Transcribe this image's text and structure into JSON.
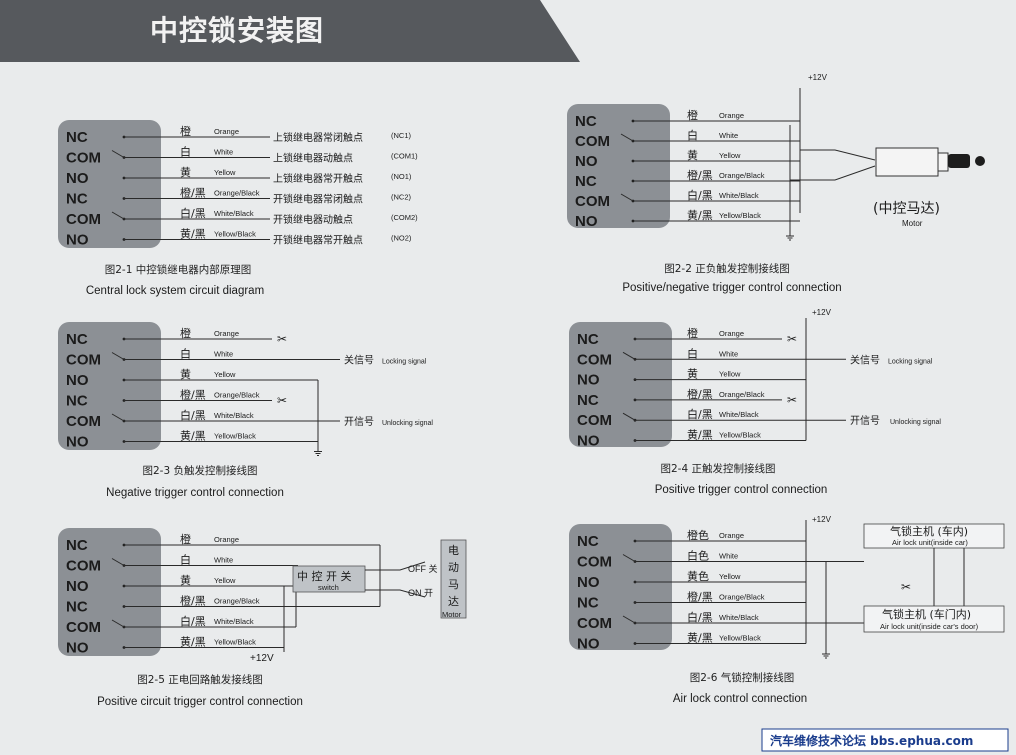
{
  "title": "中控锁安装图",
  "pins": [
    "NC",
    "COM",
    "NO",
    "NC",
    "COM",
    "NO"
  ],
  "wires_full": [
    {
      "cn": "橙",
      "en": "Orange"
    },
    {
      "cn": "白",
      "en": "White"
    },
    {
      "cn": "黄",
      "en": "Yellow"
    },
    {
      "cn": "橙/黑",
      "en": "Orange/Black"
    },
    {
      "cn": "白/黑",
      "en": "White/Black"
    },
    {
      "cn": "黄/黑",
      "en": "Yellow/Black"
    }
  ],
  "wires_air": [
    {
      "cn": "橙色",
      "en": "Orange"
    },
    {
      "cn": "白色",
      "en": "White"
    },
    {
      "cn": "黄色",
      "en": "Yellow"
    },
    {
      "cn": "橙/黑",
      "en": "Orange/Black"
    },
    {
      "cn": "白/黑",
      "en": "White/Black"
    },
    {
      "cn": "黄/黑",
      "en": "Yellow/Black"
    }
  ],
  "d1": {
    "contacts": [
      {
        "cn": "上锁继电器常闭触点",
        "code": "(NC1)"
      },
      {
        "cn": "上锁继电器动触点",
        "code": "(COM1)"
      },
      {
        "cn": "上锁继电器常开触点",
        "code": "(NO1)"
      },
      {
        "cn": "开锁继电器常闭触点",
        "code": "(NC2)"
      },
      {
        "cn": "开锁继电器动触点",
        "code": "(COM2)"
      },
      {
        "cn": "开锁继电器常开触点",
        "code": "(NO2)"
      }
    ],
    "caption_cn": "图2-1 中控锁继电器内部原理图",
    "caption_en": "Central lock system circuit diagram"
  },
  "d2": {
    "v12": "+12V",
    "motor_cn": "(中控马达)",
    "motor_en": "Motor",
    "caption_cn": "图2-2 正负触发控制接线图",
    "caption_en": "Positive/negative trigger control connection"
  },
  "d3": {
    "lock_cn": "关信号",
    "lock_en": "Locking signal",
    "unlock_cn": "开信号",
    "unlock_en": "Unlocking signal",
    "caption_cn": "图2-3 负触发控制接线图",
    "caption_en": "Negative trigger control connection"
  },
  "d4": {
    "v12": "+12V",
    "lock_cn": "关信号",
    "lock_en": "Locking signal",
    "unlock_cn": "开信号",
    "unlock_en": "Unlocking signal",
    "caption_cn": "图2-4 正触发控制接线图",
    "caption_en": "Positive trigger control connection"
  },
  "d5": {
    "switch_cn": "中 控 开 关",
    "switch_en": "switch",
    "off_label": "OFF 关",
    "on_label": "ON  开",
    "motor_chars": [
      "电",
      "动",
      "马",
      "达"
    ],
    "motor_en": "Motor",
    "v12": "+12V",
    "caption_cn": "图2-5 正电回路触发接线图",
    "caption_en": "Positive circuit trigger control connection"
  },
  "d6": {
    "v12": "+12V",
    "unit1_cn": "气锁主机 (车内)",
    "unit1_en": "Air lock unit(inside car)",
    "unit2_cn": "气锁主机 (车门内)",
    "unit2_en": "Air lock unit(inside car's door)",
    "caption_cn": "图2-6 气锁控制接线图",
    "caption_en": "Air lock control connection"
  },
  "footer": "汽车维修技术论坛 bbs.ephua.com",
  "colors": {
    "band": "#56595d",
    "box": "#8c9095",
    "bg": "#e9ebec",
    "footer": "#1a3c8c"
  }
}
